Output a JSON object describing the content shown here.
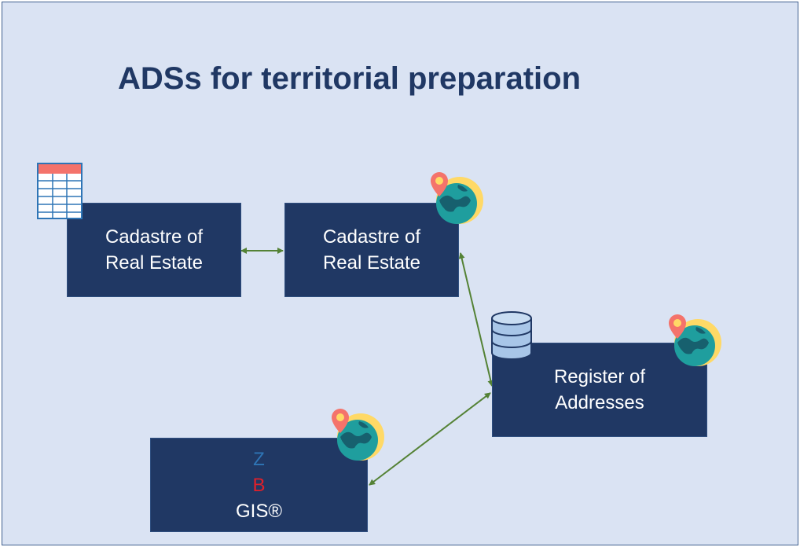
{
  "title": "ADSs for territorial preparation",
  "nodes": {
    "cadastre_table": {
      "line1": "Cadastre of",
      "line2": "Real Estate",
      "icon": "table-icon"
    },
    "cadastre_map": {
      "line1": "Cadastre of",
      "line2": "Real Estate",
      "icon": "globe-location-icon"
    },
    "register": {
      "line1": "Register of",
      "line2": "Addresses",
      "icon": "database-icon"
    },
    "zbgis": {
      "prefix_z": "Z",
      "prefix_b": "B",
      "name": "GIS®",
      "icon": "globe-location-icon"
    }
  },
  "colors": {
    "background": "#dae3f3",
    "box": "#203864",
    "arrow": "#548235",
    "title": "#203864"
  }
}
